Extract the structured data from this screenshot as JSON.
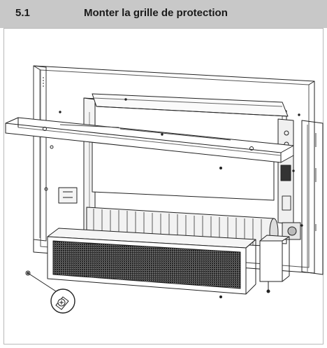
{
  "section": {
    "number": "5.1",
    "title": "Monter la grille de protection"
  },
  "illustration": {
    "subject": "convector unit exploded view with protective grille",
    "icons": [
      "screw-icon"
    ]
  }
}
